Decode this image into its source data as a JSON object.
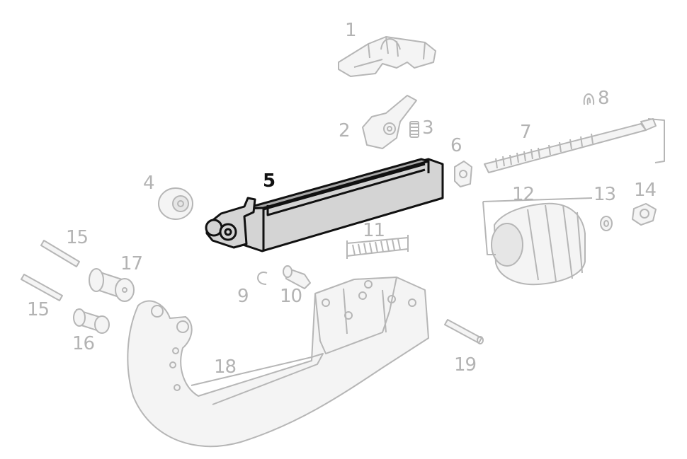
{
  "diagram": {
    "highlighted_part": "5",
    "parts": [
      {
        "id": "1",
        "label": "1"
      },
      {
        "id": "2",
        "label": "2"
      },
      {
        "id": "3",
        "label": "3"
      },
      {
        "id": "4",
        "label": "4"
      },
      {
        "id": "5",
        "label": "5"
      },
      {
        "id": "6",
        "label": "6"
      },
      {
        "id": "7",
        "label": "7"
      },
      {
        "id": "8",
        "label": "8"
      },
      {
        "id": "9",
        "label": "9"
      },
      {
        "id": "10",
        "label": "10"
      },
      {
        "id": "11",
        "label": "11"
      },
      {
        "id": "12",
        "label": "12"
      },
      {
        "id": "13",
        "label": "13"
      },
      {
        "id": "14",
        "label": "14"
      },
      {
        "id": "15a",
        "label": "15"
      },
      {
        "id": "15b",
        "label": "15"
      },
      {
        "id": "16",
        "label": "16"
      },
      {
        "id": "17",
        "label": "17"
      },
      {
        "id": "18",
        "label": "18"
      },
      {
        "id": "19",
        "label": "19"
      }
    ]
  },
  "colors": {
    "faded_part": "#b6b6b6",
    "highlighted_part": "#111111",
    "background": "#ffffff"
  }
}
